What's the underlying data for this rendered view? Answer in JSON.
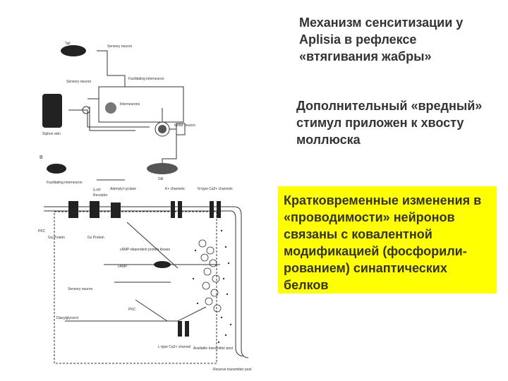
{
  "title": "Механизм сенситизации у Aplisia в рефлексе «втягивания жабры»",
  "subtitle": "Дополнительный «вредный» стимул приложен к хвосту моллюска",
  "highlight": "Кратковременные изменения в «проводимости» нейронов связаны с ковалентной модификацией (фосфорили-рованием) синаптических белков",
  "figure": {
    "panel_a": {
      "tail": "Tail",
      "sensory_neuron_top": "Sensory neuron",
      "facilitating_interneuron": "Facilitating interneuron",
      "sensory_neuron": "Sensory neuron",
      "interneurons": "Interneurons",
      "siphon_skin": "Siphon skin",
      "motor_neuron": "Motor neuron",
      "gill": "Gill"
    },
    "panel_b": {
      "letter": "B",
      "facilitating_interneuron": "Facilitating interneuron",
      "serotonin": "5-HT",
      "receptor": "Receptor",
      "adenylyl_cyclase": "Adenylyl cyclase",
      "k_channels": "K+ channels",
      "n_type_ca_channels": "N-type Ca2+ channels",
      "pkc": "PKC",
      "gq_protein": "Gq Protein",
      "gs_protein": "Gs Protein",
      "camp_pka": "cAMP-dependent protein kinase",
      "camp": "cAMP",
      "sensory_neuron_terminal": "Sensory neuron",
      "diacylglycerol": "Diacylglycerol",
      "pkc_lower": "PKC",
      "l_type_ca_channel": "L-type Ca2+ channel",
      "available_pool": "Available transmitter pool",
      "reserve_pool": "Reserve transmitter pool"
    }
  }
}
